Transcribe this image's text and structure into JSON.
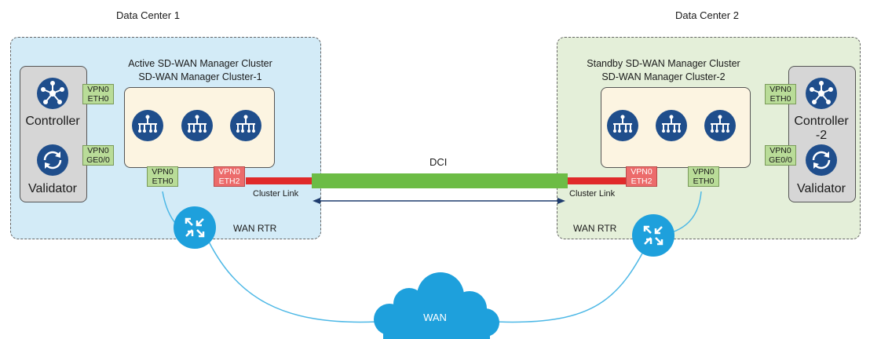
{
  "dc1": {
    "title": "Data Center 1",
    "cluster_line1": "Active SD-WAN Manager  Cluster",
    "cluster_line2": "SD-WAN Manager Cluster-1",
    "controller_label": "Controller",
    "validator_label": "Validator",
    "ctrl_tag": [
      "VPN0",
      "ETH0"
    ],
    "val_tag": [
      "VPN0",
      "GE0/0"
    ],
    "cluster_tag_eth0": [
      "VPN0",
      "ETH0"
    ],
    "cluster_tag_eth2": [
      "VPN0",
      "ETH2"
    ],
    "cluster_link": "Cluster Link",
    "wan_rtr": "WAN RTR"
  },
  "dc2": {
    "title": "Data Center 2",
    "cluster_line1": "Standby SD-WAN Manager  Cluster",
    "cluster_line2": "SD-WAN Manager  Cluster-2",
    "controller_label": "Controller -2",
    "validator_label": "Validator",
    "ctrl_tag": [
      "VPN0",
      "ETH0"
    ],
    "val_tag": [
      "VPN0",
      "GE0/0"
    ],
    "cluster_tag_eth0": [
      "VPN0",
      "ETH0"
    ],
    "cluster_tag_eth2": [
      "VPN0",
      "ETH2"
    ],
    "cluster_link": "Cluster Link",
    "wan_rtr": "WAN RTR"
  },
  "dci_label": "DCI",
  "wan_label": "WAN",
  "colors": {
    "dc1_bg": "#d3ebf7",
    "dc2_bg": "#e4efd9",
    "icon_blue": "#1ea0dc",
    "icon_navy": "#1f4e8c",
    "dci_green": "#6cbc45",
    "link_red": "#e02a2a"
  },
  "icons": {
    "controller": "hub-icon",
    "validator": "sync-icon",
    "manager": "network-switch-icon",
    "router": "router-icon",
    "wan": "cloud-icon"
  }
}
